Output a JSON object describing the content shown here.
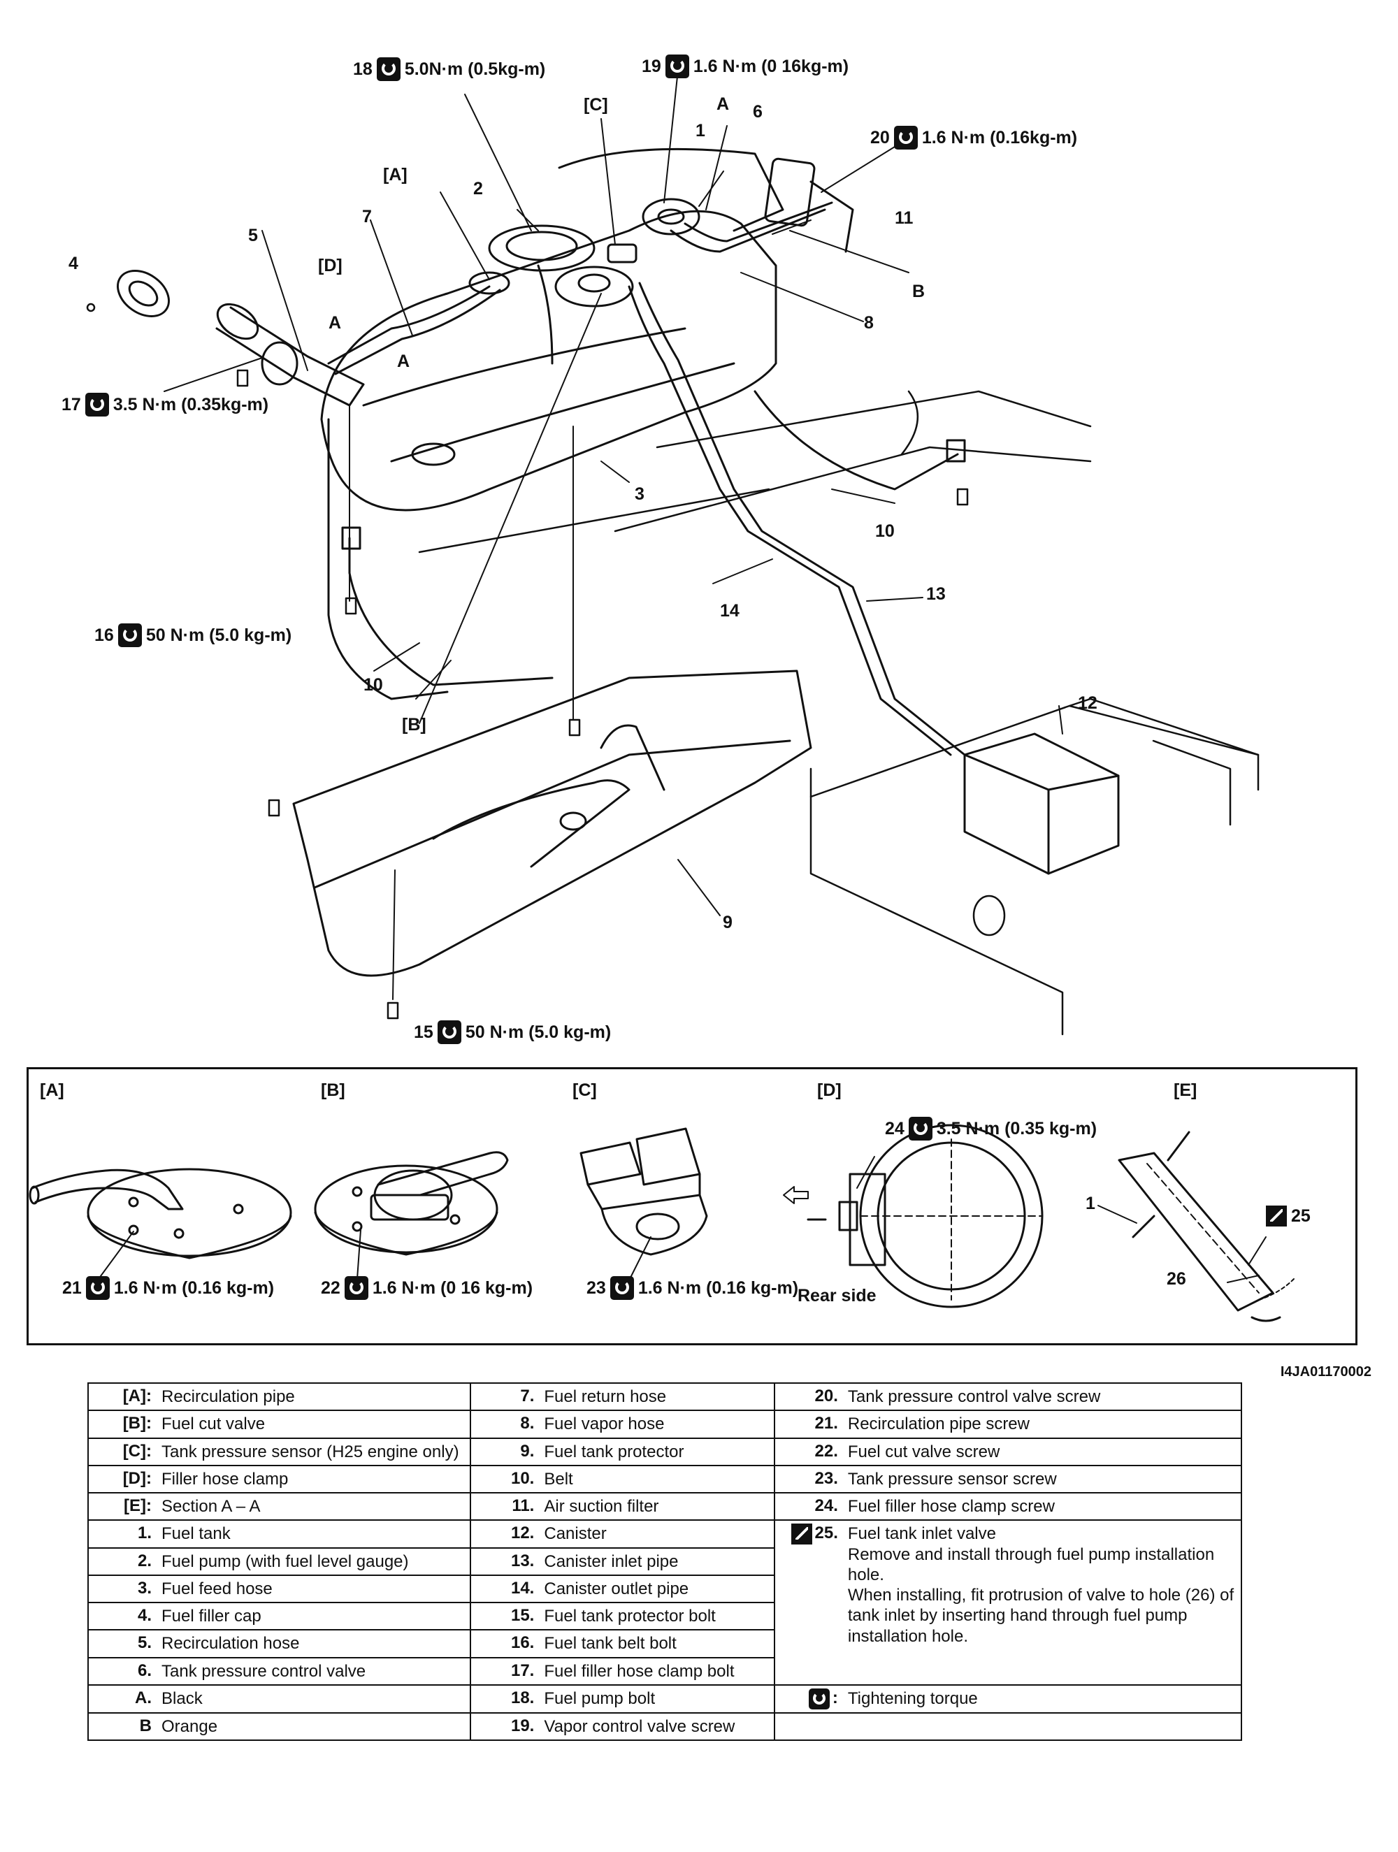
{
  "figure_code": "I4JA01170002",
  "callouts": {
    "n1": "1",
    "n2": "2",
    "n3": "3",
    "n4": "4",
    "n5": "5",
    "n6": "6",
    "n7": "7",
    "n8": "8",
    "n9": "9",
    "n10a": "10",
    "n10b": "10",
    "n11": "11",
    "n12": "12",
    "n13": "13",
    "n14": "14",
    "cA": "[A]",
    "cB": "[B]",
    "cC": "[C]",
    "cD": "[D]",
    "secA1": "A",
    "secA2": "A",
    "secA3": "A",
    "colorB": "B"
  },
  "torques": {
    "t15": {
      "num": "15",
      "val": "50 N·m (5.0 kg-m)"
    },
    "t16": {
      "num": "16",
      "val": "50 N·m (5.0 kg-m)"
    },
    "t17": {
      "num": "17",
      "val": "3.5 N·m (0.35kg-m)"
    },
    "t18": {
      "num": "18",
      "val": "5.0N·m (0.5kg-m)"
    },
    "t19": {
      "num": "19",
      "val": "1.6 N·m (0 16kg-m)"
    },
    "t20": {
      "num": "20",
      "val": "1.6 N·m (0.16kg-m)"
    },
    "t21": {
      "num": "21",
      "val": "1.6 N·m (0.16 kg-m)"
    },
    "t22": {
      "num": "22",
      "val": "1.6 N·m (0 16 kg-m)"
    },
    "t23": {
      "num": "23",
      "val": "1.6 N·m (0.16 kg-m)"
    },
    "t24": {
      "num": "24",
      "val": "3.5 N·m (0.35 kg-m)"
    }
  },
  "details": {
    "A": "[A]",
    "B": "[B]",
    "C": "[C]",
    "D": "[D]",
    "E": "[E]",
    "rear_side": "Rear side",
    "e1": "1",
    "e25": "25",
    "e26": "26"
  },
  "legend": {
    "col1": [
      {
        "key": "[A]:",
        "text": "Recirculation pipe"
      },
      {
        "key": "[B]:",
        "text": "Fuel cut valve"
      },
      {
        "key": "[C]:",
        "text": "Tank pressure sensor (H25 engine only)"
      },
      {
        "key": "[D]:",
        "text": "Filler hose clamp"
      },
      {
        "key": "[E]:",
        "text": "Section A – A"
      },
      {
        "key": "1.",
        "text": "Fuel tank"
      },
      {
        "key": "2.",
        "text": "Fuel pump (with fuel level gauge)"
      },
      {
        "key": "3.",
        "text": "Fuel feed hose"
      },
      {
        "key": "4.",
        "text": "Fuel filler cap"
      },
      {
        "key": "5.",
        "text": "Recirculation hose"
      },
      {
        "key": "6.",
        "text": "Tank pressure control valve"
      },
      {
        "key": "A.",
        "text": "Black"
      },
      {
        "key": "B",
        "text": "Orange"
      }
    ],
    "col2": [
      {
        "key": "7.",
        "text": "Fuel return hose"
      },
      {
        "key": "8.",
        "text": "Fuel vapor hose"
      },
      {
        "key": "9.",
        "text": "Fuel tank protector"
      },
      {
        "key": "10.",
        "text": "Belt"
      },
      {
        "key": "11.",
        "text": "Air suction filter"
      },
      {
        "key": "12.",
        "text": "Canister"
      },
      {
        "key": "13.",
        "text": "Canister inlet pipe"
      },
      {
        "key": "14.",
        "text": "Canister outlet pipe"
      },
      {
        "key": "15.",
        "text": "Fuel tank protector bolt"
      },
      {
        "key": "16.",
        "text": "Fuel tank belt bolt"
      },
      {
        "key": "17.",
        "text": "Fuel filler hose clamp bolt"
      },
      {
        "key": "18.",
        "text": "Fuel pump bolt"
      },
      {
        "key": "19.",
        "text": "Vapor control valve screw"
      }
    ],
    "col3": [
      {
        "key": "20.",
        "text": "Tank pressure control valve screw"
      },
      {
        "key": "21.",
        "text": "Recirculation pipe screw"
      },
      {
        "key": "22.",
        "text": "Fuel cut valve screw"
      },
      {
        "key": "23.",
        "text": "Tank pressure sensor screw"
      },
      {
        "key": "24.",
        "text": "Fuel filler hose clamp screw"
      },
      {
        "key": "25.",
        "title": "Fuel tank inlet valve",
        "note1": "Remove and install through fuel pump installation hole.",
        "note2": "When installing, fit protrusion of valve to hole (26) of tank inlet by inserting hand through fuel pump installation hole."
      },
      {
        "key": ":",
        "text": "Tightening torque"
      }
    ]
  }
}
